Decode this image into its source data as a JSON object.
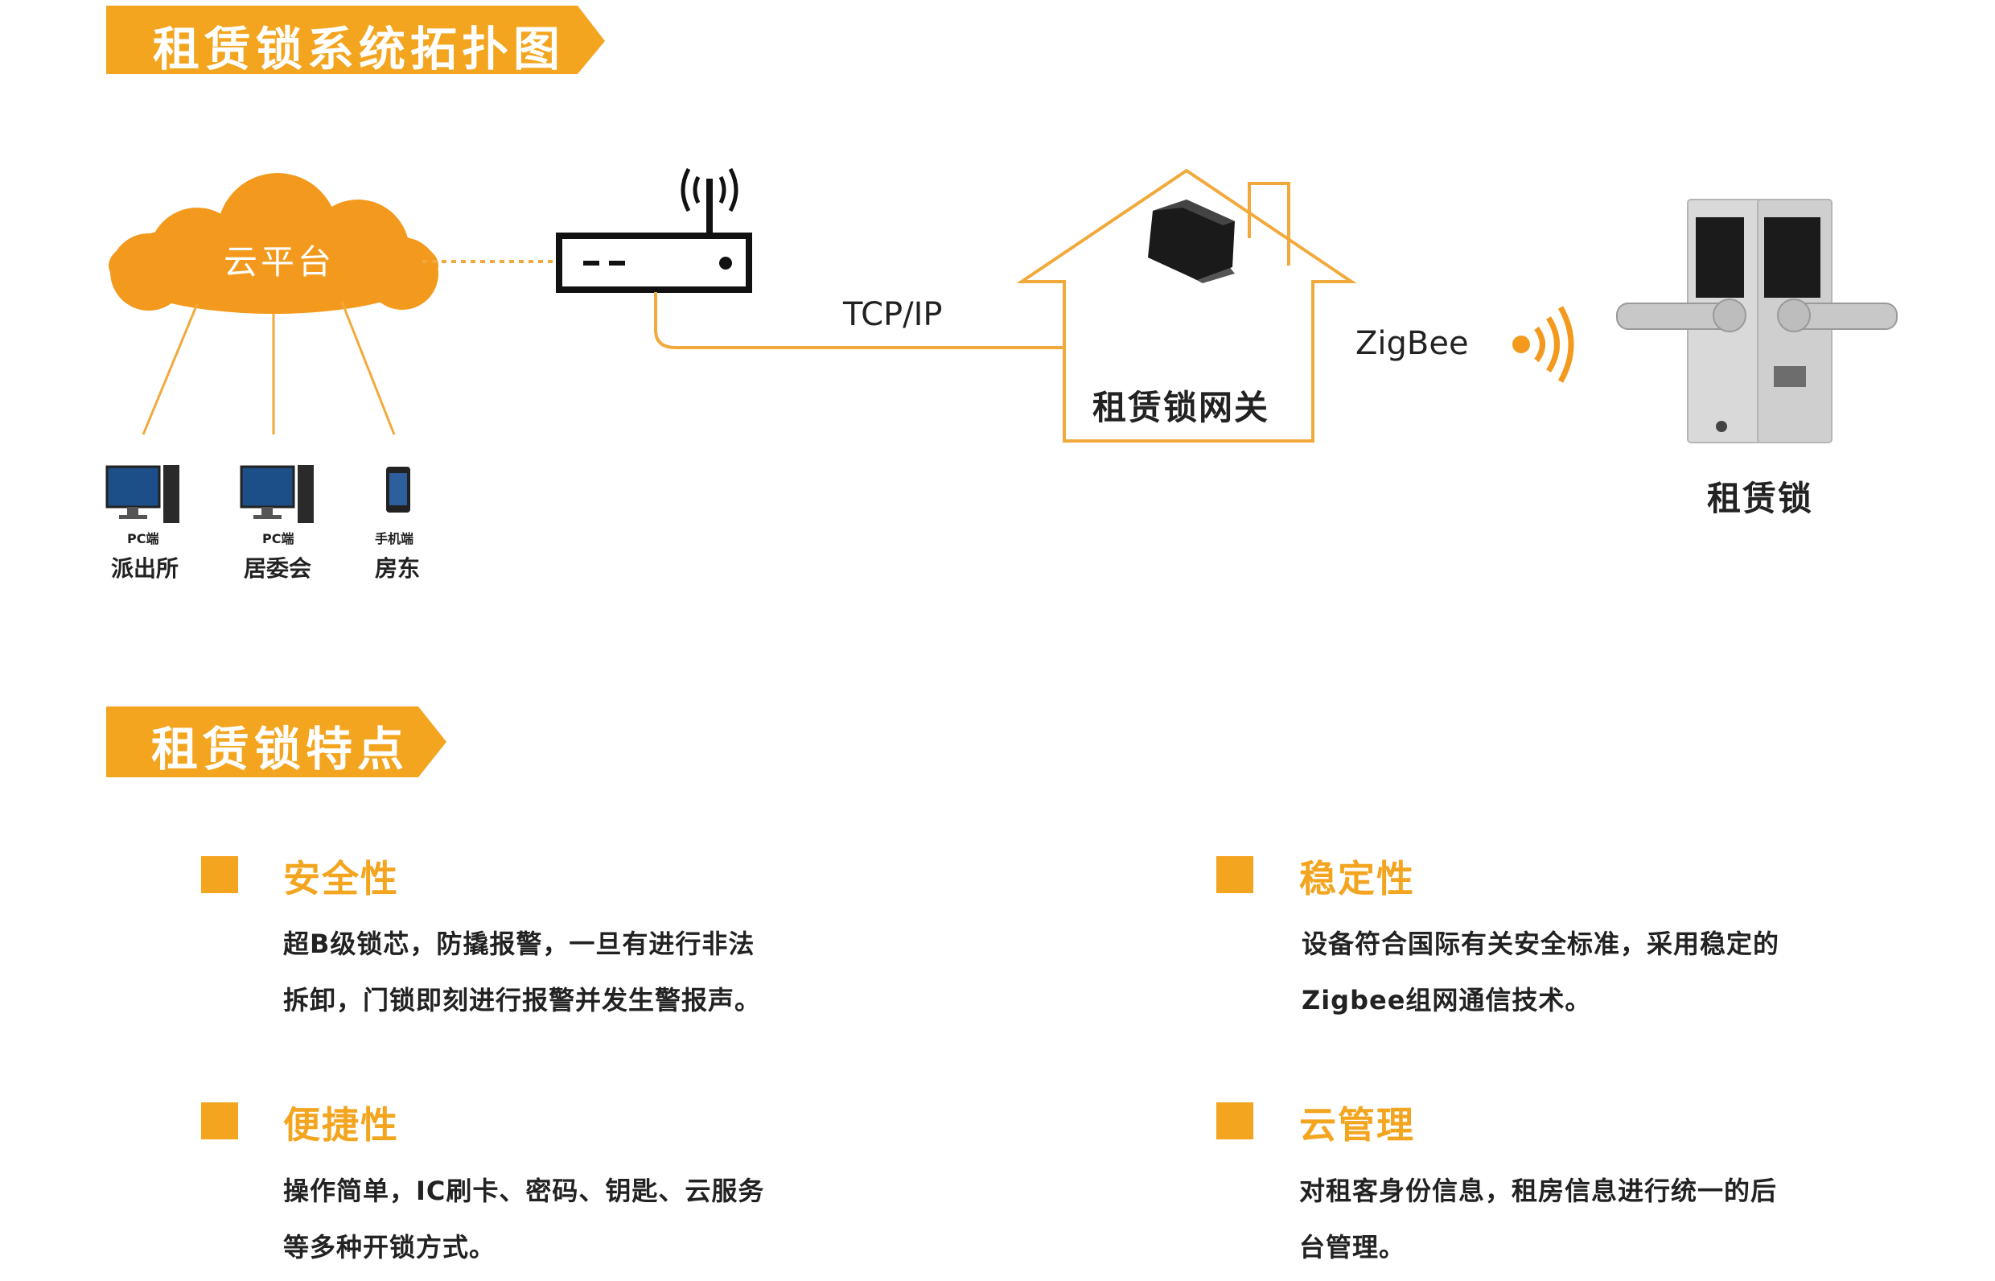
{
  "banners": {
    "topology_title": "租赁锁系统拓扑图",
    "features_title": "租赁锁特点"
  },
  "diagram": {
    "cloud_label": "云平台",
    "clients": [
      {
        "type_label": "PC端",
        "name": "派出所",
        "icon": "pc-icon"
      },
      {
        "type_label": "PC端",
        "name": "居委会",
        "icon": "pc-icon"
      },
      {
        "type_label": "手机端",
        "name": "房东",
        "icon": "phone-icon"
      }
    ],
    "link_router_gateway": "TCP/IP",
    "gateway_label": "租赁锁网关",
    "link_gateway_lock": "ZigBee",
    "lock_label": "租赁锁"
  },
  "features": [
    {
      "title": "安全性",
      "lines": [
        "超B级锁芯，防撬报警，一旦有进行非法",
        "拆卸，门锁即刻进行报警并发生警报声。"
      ]
    },
    {
      "title": "稳定性",
      "lines": [
        "设备符合国际有关安全标准，采用稳定的",
        "Zigbee组网通信技术。"
      ]
    },
    {
      "title": "便捷性",
      "lines": [
        "操作简单，IC刷卡、密码、钥匙、云服务",
        "等多种开锁方式。"
      ]
    },
    {
      "title": "云管理",
      "lines": [
        "对租客身份信息，租房信息进行统一的后",
        "台管理。"
      ]
    }
  ],
  "colors": {
    "accent": "#f3a51f",
    "cloud": "#f39a1e",
    "line": "#f2a93b",
    "text": "#222222"
  }
}
